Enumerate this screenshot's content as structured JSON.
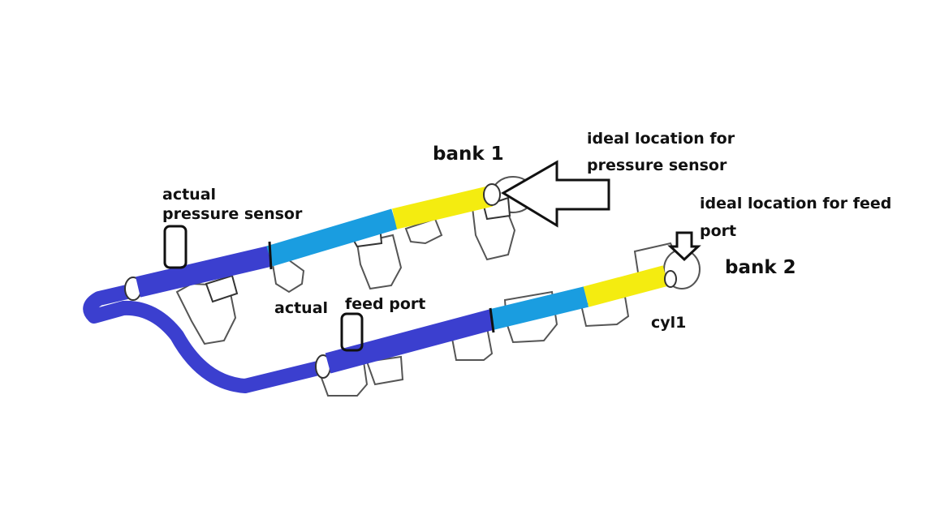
{
  "labels": {
    "bank1": "bank 1",
    "bank2": "bank 2",
    "ideal_sensor_line1": "ideal location for",
    "ideal_sensor_line2": "pressure sensor",
    "ideal_feed_line1": "ideal location for feed",
    "ideal_feed_line2": "port",
    "actual_sensor_line1": "actual",
    "actual_sensor_line2": "pressure sensor",
    "actual_feed_word": "actual",
    "feed_port": "feed port",
    "cyl1": "cyl1"
  },
  "colors": {
    "dark_blue_section": "#3b3fcf",
    "light_blue_section": "#1a9de0",
    "yellow_section": "#f4ec10",
    "outline": "#111111",
    "part_outline": "#555555"
  },
  "icons": {
    "ideal_sensor_marker": "left-arrow-outline",
    "ideal_feed_marker": "down-arrow-outline",
    "actual_marker": "rounded-rectangle-outline"
  }
}
